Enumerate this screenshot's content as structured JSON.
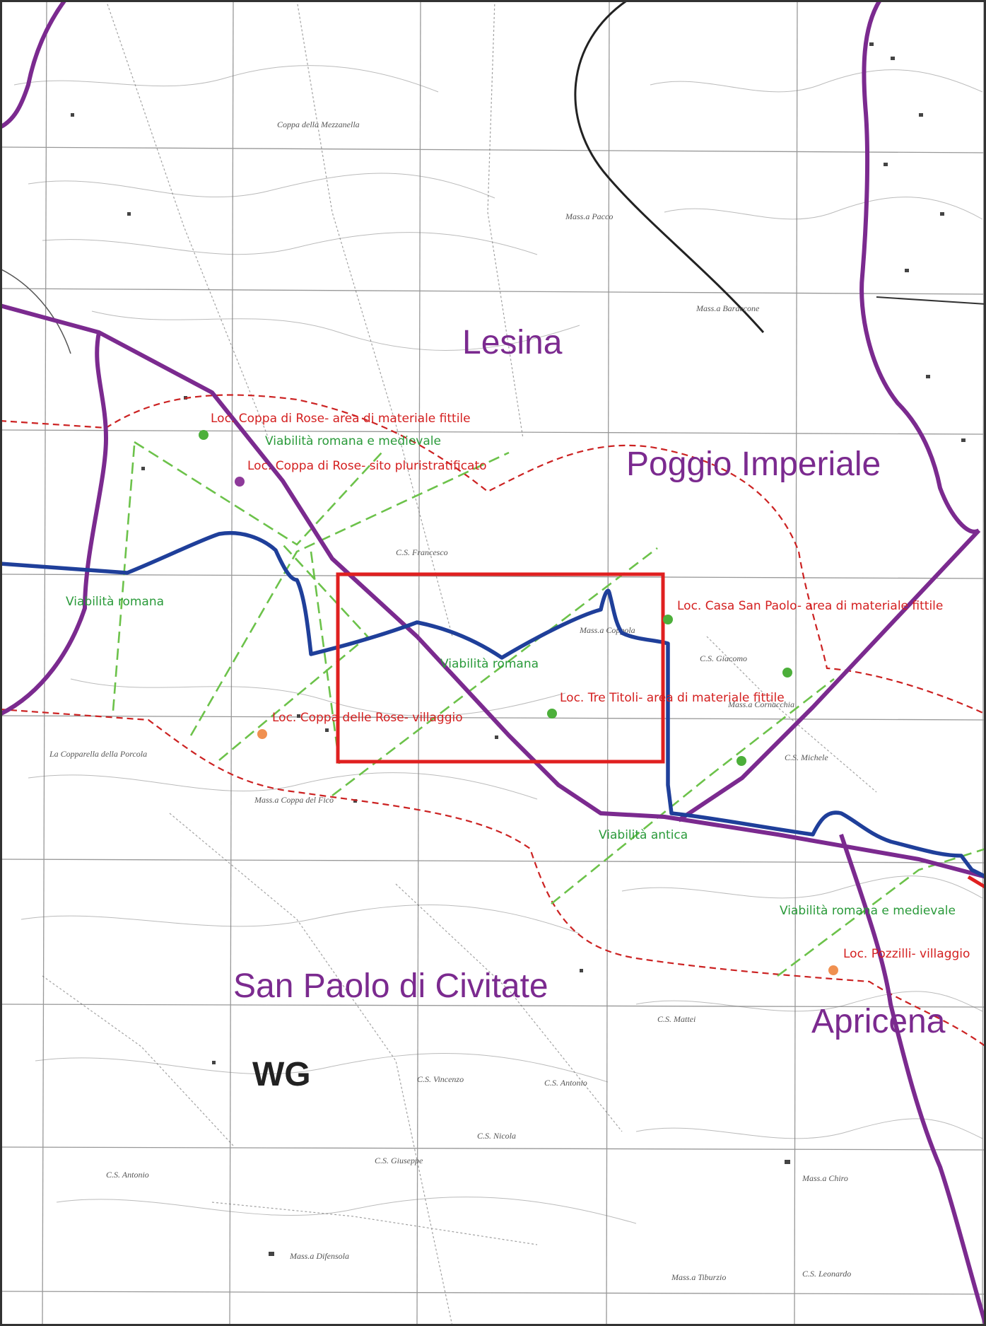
{
  "colors": {
    "municipal_boundary": "#7b2a8f",
    "blue_route": "#1f3f9a",
    "red_dashed_area": "#cc2222",
    "green_roads": "#6cc24a",
    "red_box": "#e02020",
    "site_red_text": "#d42020",
    "road_green_text": "#2a9a3a",
    "municipality_text": "#7b2a8f",
    "point_green": "#4caf3a",
    "point_purple": "#8e3a9a",
    "point_orange": "#f09050"
  },
  "municipalities": {
    "lesina": "Lesina",
    "poggio_imperiale": "Poggio Imperiale",
    "san_paolo": "San Paolo di Civitate",
    "apricena": "Apricena"
  },
  "grid_code": "WG",
  "sites": {
    "coppa_rose_fittile": "Loc. Coppa di Rose- area di materiale fittile",
    "coppa_rose_pluri": "Loc. Coppa di Rose- sito pluristratificato",
    "casa_san_paolo": "Loc. Casa San Paolo- area di materiale fittile",
    "tre_titoli": "Loc. Tre Titoli- area di materiale fittile",
    "coppa_delle_rose": "Loc. Coppa delle Rose- villaggio",
    "pozzilli": "Loc. Pozzilli- villaggio"
  },
  "roads": {
    "romana_medievale_1": "Viabilità romana e medievale",
    "romana_left": "Viabilità romana",
    "romana_center": "Viabilità romana",
    "antica": "Viabilità antica",
    "romana_medievale_2": "Viabilità romana e medievale"
  },
  "base_map_places": [
    "Coppa della Mezzanella",
    "Mass.a Pacco",
    "Mass.a Baraccone",
    "C.S. Francesco",
    "Mass.a Coppola",
    "C.S. Giacomo",
    "Mass.a Cornacchia",
    "C.S. Michele",
    "La Copparella della Porcola",
    "Mass.a Coppa del Fico",
    "C.S. Antonio",
    "C.S. Vincenzo",
    "C.S. Nicola",
    "C.S. Giuseppe",
    "Mass.a Difensola",
    "C.S. Antonio",
    "Mass.a Chiro",
    "C.S. Leonardo",
    "Mass.a Tiburzio",
    "C.S. Mattei"
  ]
}
